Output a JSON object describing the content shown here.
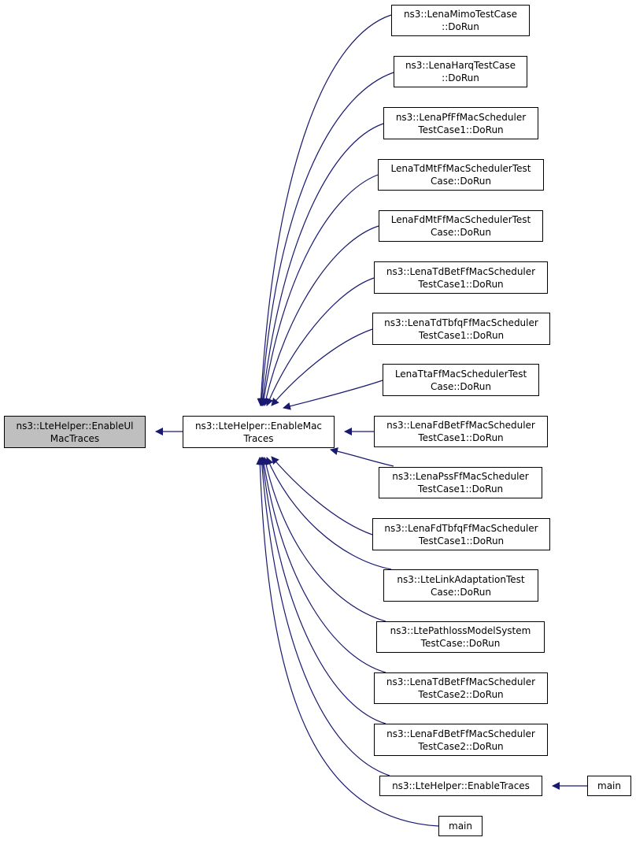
{
  "colors": {
    "edge": "#191970",
    "node_border": "#000000",
    "focus_fill": "#bfbfbf"
  },
  "nodes": {
    "enable_ul": {
      "line1": "ns3::LteHelper::EnableUl",
      "line2": "MacTraces"
    },
    "enable_mac": {
      "line1": "ns3::LteHelper::EnableMac",
      "line2": "Traces"
    },
    "mimo": {
      "line1": "ns3::LenaMimoTestCase",
      "line2": "::DoRun"
    },
    "harq": {
      "line1": "ns3::LenaHarqTestCase",
      "line2": "::DoRun"
    },
    "pf": {
      "line1": "ns3::LenaPfFfMacScheduler",
      "line2": "TestCase1::DoRun"
    },
    "tdmt": {
      "line1": "LenaTdMtFfMacSchedulerTest",
      "line2": "Case::DoRun"
    },
    "fdmt": {
      "line1": "LenaFdMtFfMacSchedulerTest",
      "line2": "Case::DoRun"
    },
    "tdbet1": {
      "line1": "ns3::LenaTdBetFfMacScheduler",
      "line2": "TestCase1::DoRun"
    },
    "tdtbfq": {
      "line1": "ns3::LenaTdTbfqFfMacScheduler",
      "line2": "TestCase1::DoRun"
    },
    "tta": {
      "line1": "LenaTtaFfMacSchedulerTest",
      "line2": "Case::DoRun"
    },
    "fdbet1": {
      "line1": "ns3::LenaFdBetFfMacScheduler",
      "line2": "TestCase1::DoRun"
    },
    "pss": {
      "line1": "ns3::LenaPssFfMacScheduler",
      "line2": "TestCase1::DoRun"
    },
    "fdtbfq": {
      "line1": "ns3::LenaFdTbfqFfMacScheduler",
      "line2": "TestCase1::DoRun"
    },
    "linkadapt": {
      "line1": "ns3::LteLinkAdaptationTest",
      "line2": "Case::DoRun"
    },
    "pathloss": {
      "line1": "ns3::LtePathlossModelSystem",
      "line2": "TestCase::DoRun"
    },
    "tdbet2": {
      "line1": "ns3::LenaTdBetFfMacScheduler",
      "line2": "TestCase2::DoRun"
    },
    "fdbet2": {
      "line1": "ns3::LenaFdBetFfMacScheduler",
      "line2": "TestCase2::DoRun"
    },
    "enable_traces": {
      "line1": "ns3::LteHelper::EnableTraces"
    },
    "main_right": {
      "line1": "main"
    },
    "main_bottom": {
      "line1": "main"
    }
  }
}
